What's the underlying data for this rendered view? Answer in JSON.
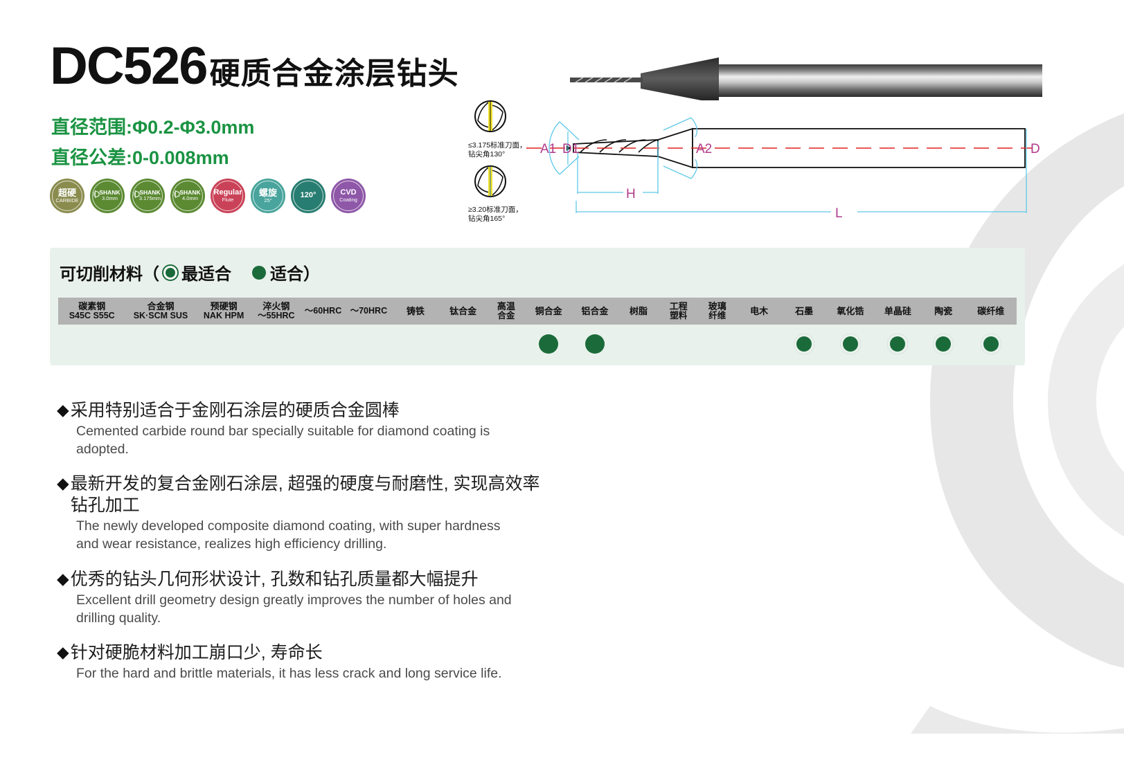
{
  "header": {
    "code": "DC526",
    "name_cn": "硬质合金涂层钻头",
    "diameter_range": "直径范围:Φ0.2-Φ3.0mm",
    "diameter_tolerance": "直径公差:0-0.008mm"
  },
  "badges": [
    {
      "line1": "超硬",
      "line2": "CARBIDE",
      "color": "#8a8c4e",
      "icon": "carbide-badge"
    },
    {
      "line1": "SHANK",
      "line2": "3.0mm",
      "color": "#5b8a32",
      "icon": "shank-badge"
    },
    {
      "line1": "SHANK",
      "line2": "3.175mm",
      "color": "#5b8a32",
      "icon": "shank-badge"
    },
    {
      "line1": "SHANK",
      "line2": "4.0mm",
      "color": "#5b8a32",
      "icon": "shank-badge"
    },
    {
      "line1": "Regular",
      "line2": "Flute",
      "color": "#ca4257",
      "icon": "flute-badge"
    },
    {
      "line1": "螺旋",
      "line2": "25°",
      "color": "#48a49c",
      "icon": "helix-badge"
    },
    {
      "line1": "120°",
      "line2": "",
      "color": "#277d71",
      "icon": "point-angle-badge"
    },
    {
      "line1": "CVD",
      "line2": "Coating",
      "color": "#8e57a8",
      "icon": "cvd-badge"
    }
  ],
  "materials": {
    "legend_title": "可切削材料（",
    "legend_best": "最适合",
    "legend_good": "适合）",
    "columns": [
      {
        "l1": "碳素钢",
        "l2": "S45C S55C",
        "mark": "none",
        "w": 108
      },
      {
        "l1": "合金钢",
        "l2": "SK·SCM SUS",
        "mark": "none",
        "w": 112
      },
      {
        "l1": "预硬钢",
        "l2": "NAK HPM",
        "mark": "none",
        "w": 90
      },
      {
        "l1": "淬火钢",
        "l2": "〜55HRC",
        "mark": "none",
        "w": 78
      },
      {
        "l1": "",
        "l2": "〜60HRC",
        "mark": "none",
        "w": 72
      },
      {
        "l1": "",
        "l2": "〜70HRC",
        "mark": "none",
        "w": 74
      },
      {
        "l1": "铸铁",
        "l2": "",
        "mark": "none",
        "w": 76
      },
      {
        "l1": "钛合金",
        "l2": "",
        "mark": "none",
        "w": 76
      },
      {
        "l1": "高温",
        "l2": "合金",
        "mark": "none",
        "w": 62
      },
      {
        "l1": "铜合金",
        "l2": "",
        "mark": "good",
        "w": 74
      },
      {
        "l1": "铝合金",
        "l2": "",
        "mark": "good",
        "w": 74
      },
      {
        "l1": "树脂",
        "l2": "",
        "mark": "none",
        "w": 66
      },
      {
        "l1": "工程",
        "l2": "塑料",
        "mark": "none",
        "w": 62
      },
      {
        "l1": "玻璃",
        "l2": "纤维",
        "mark": "none",
        "w": 62
      },
      {
        "l1": "电木",
        "l2": "",
        "mark": "none",
        "w": 72
      },
      {
        "l1": "石墨",
        "l2": "",
        "mark": "best",
        "w": 72
      },
      {
        "l1": "氧化锆",
        "l2": "",
        "mark": "best",
        "w": 76
      },
      {
        "l1": "单晶硅",
        "l2": "",
        "mark": "best",
        "w": 76
      },
      {
        "l1": "陶瓷",
        "l2": "",
        "mark": "best",
        "w": 70
      },
      {
        "l1": "碳纤维",
        "l2": "",
        "mark": "best",
        "w": 82
      }
    ]
  },
  "drawing": {
    "note_top_l1": "≤3.175标准刀面，",
    "note_top_l2": "钻尖角130°",
    "note_bottom_l1": "≥3.20标准刀面，",
    "note_bottom_l2": "钻尖角165°",
    "dim_a1": "A1",
    "dim_d1": "D1",
    "dim_h": "H",
    "dim_a2": "A2",
    "dim_d": "D",
    "dim_l": "L"
  },
  "features": [
    {
      "cn": "采用特别适合于金刚石涂层的硬质合金圆棒",
      "en": "Cemented carbide round bar specially suitable for diamond coating is adopted."
    },
    {
      "cn": "最新开发的复合金刚石涂层, 超强的硬度与耐磨性, 实现高效率钻孔加工",
      "en": "The newly developed composite diamond coating, with super hardness and wear resistance, realizes high efficiency drilling."
    },
    {
      "cn": "优秀的钻头几何形状设计, 孔数和钻孔质量都大幅提升",
      "en": "Excellent drill geometry design greatly improves the number of holes and drilling quality."
    },
    {
      "cn": "针对硬脆材料加工崩口少, 寿命长",
      "en": "For the hard and brittle materials, it has less crack and long service life."
    }
  ],
  "bullet_glyph": "◆",
  "colors": {
    "brand_green": "#1a9342",
    "dot_green": "#1b6b3a",
    "panel_bg": "#e9f1ec",
    "table_head": "#b3b3b3"
  }
}
